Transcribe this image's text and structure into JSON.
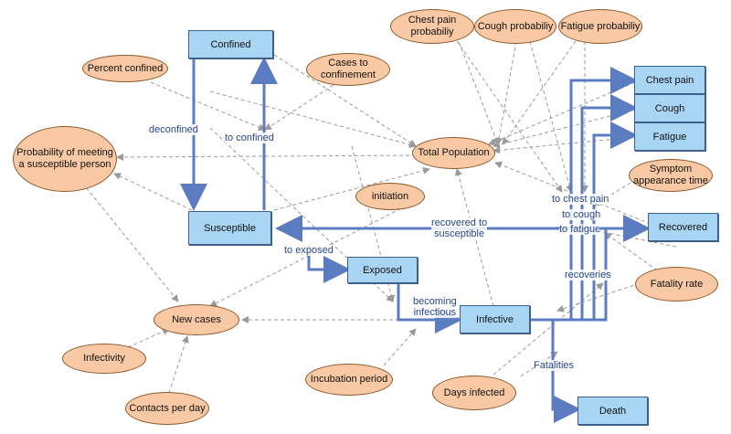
{
  "stocks": {
    "confined": "Confined",
    "susceptible": "Susceptible",
    "exposed": "Exposed",
    "infective": "Infective",
    "chest_pain": "Chest pain",
    "cough": "Cough",
    "fatigue": "Fatigue",
    "recovered": "Recovered",
    "death": "Death"
  },
  "variables": {
    "chest_pain_prob": "Chest pain\nprobabiliy",
    "cough_prob": "Cough probabiliy",
    "fatigue_prob": "Fatigue probabiliy",
    "percent_confined": "Percent confined",
    "cases_to_confinement": "Cases to\nconfinement",
    "prob_meeting": "Probability of meeting\na susceptible person",
    "total_population": "Total Population",
    "initiation": "initiation",
    "symptom_time": "Symptom\nappearance time",
    "new_cases": "New cases",
    "fatality_rate": "Fatality rate",
    "infectivity": "Infectivity",
    "contacts_per_day": "Contacts per day",
    "incubation_period": "Incubation period",
    "days_infected": "Days infected"
  },
  "flows": {
    "deconfined": "deconfined",
    "to_confined": "to confined",
    "recovered_to_susceptible": "recovered to\nsusceptible",
    "to_exposed": "to exposed",
    "becoming_infectious": "becoming\ninfectious",
    "to_chest_pain": "to chest pain",
    "to_cough": "to cough",
    "to_fatigue": "to fatigue",
    "recoveries": "recoveries",
    "fatalities": "Fatalities"
  },
  "colors": {
    "stock_fill": "#a9d5f5",
    "variable_fill": "#f8c9a4",
    "flow_line": "#5b7cc0",
    "link_line": "#9a9a9a",
    "label_text": "#27468a"
  }
}
